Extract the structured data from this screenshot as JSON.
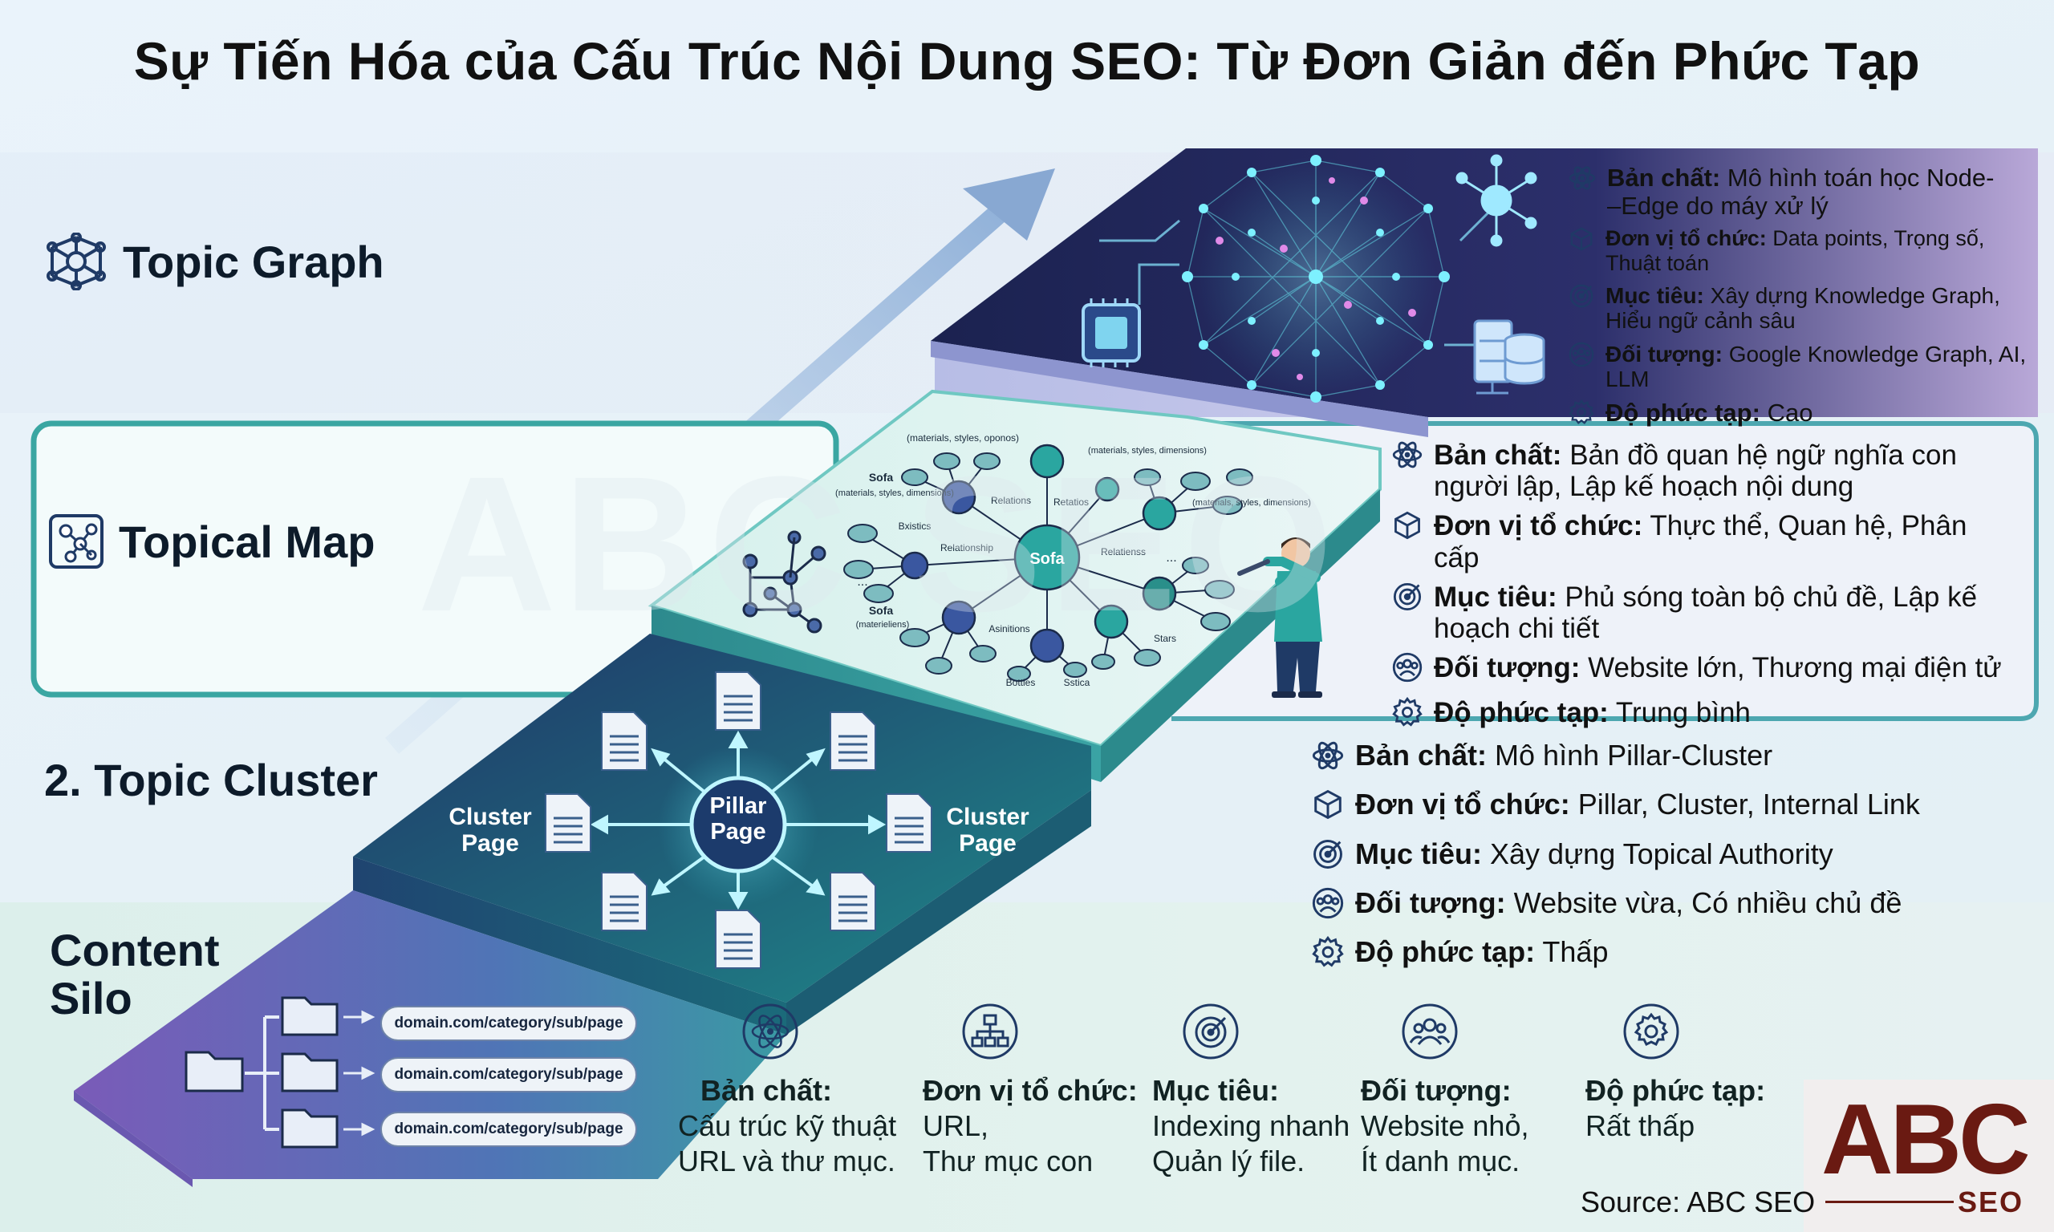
{
  "title": "Sự Tiến Hóa của Cấu Trúc Nội Dung SEO: Từ Đơn Giản đến Phức Tạp",
  "levels": {
    "graph": {
      "label": "Topic Graph",
      "icon": "network-hub-icon",
      "props": [
        {
          "key": "Bản chất:",
          "value": "Mô hình toán học Node-\n–Edge do máy xử lý",
          "icon": "atom-icon"
        },
        {
          "key": "Đơn vị tổ chức:",
          "value": "Data points, Trọng số, Thuật toán",
          "icon": "cube-icon"
        },
        {
          "key": "Mục tiêu:",
          "value": "Xây dựng Knowledge Graph, Hiểu ngữ cảnh sâu",
          "icon": "target-icon"
        },
        {
          "key": "Đối tượng:",
          "value": "Google Knowledge Graph, AI, LLM",
          "icon": "users-icon"
        },
        {
          "key": "Độ phức tạp:",
          "value": "Cao",
          "icon": "gear-icon"
        }
      ]
    },
    "map": {
      "label": "Topical Map",
      "icon": "mind-map-icon",
      "props": [
        {
          "key": "Bản chất:",
          "value": "Bản đồ quan hệ ngữ nghĩa con người lập, Lập kế hoạch nội dung",
          "icon": "atom-icon"
        },
        {
          "key": "Đơn vị tổ chức:",
          "value": "Thực thể, Quan hệ, Phân cấp",
          "icon": "cube-icon"
        },
        {
          "key": "Mục tiêu:",
          "value": "Phủ sóng toàn bộ chủ đề, Lập kế hoạch chi tiết",
          "icon": "target-icon"
        },
        {
          "key": "Đối tượng:",
          "value": "Website lớn, Thương mại điện tử",
          "icon": "users-icon"
        },
        {
          "key": "Độ phức tạp:",
          "value": "Trung bình",
          "icon": "gear-icon"
        }
      ],
      "nodes": {
        "center": "Sofa",
        "labels": [
          "(materials, styles, oponos)",
          "Sofa",
          "(materials, styles, dimensions)",
          "Relations",
          "Retatios",
          "(materials, styles, dimensions)",
          "(materials, styles, dimensions)",
          "Bxistics",
          "Relationship",
          "Relatienss",
          "...",
          "...",
          "Sofa",
          "(materieliens)",
          "Asinitions",
          "Stars",
          "Botties",
          "Sstica"
        ]
      }
    },
    "cluster": {
      "label": "2. Topic Cluster",
      "props": [
        {
          "key": "Bản chất:",
          "value": "Mô hình Pillar-Cluster",
          "icon": "atom-icon"
        },
        {
          "key": "Đơn vị tổ chức:",
          "value": "Pillar, Cluster, Internal Link",
          "icon": "cube-icon"
        },
        {
          "key": "Mục tiêu:",
          "value": "Xây dựng Topical Authority",
          "icon": "target-icon"
        },
        {
          "key": "Đối tượng:",
          "value": "Website vừa, Có nhiều chủ đề",
          "icon": "users-icon"
        },
        {
          "key": "Độ phức tạp:",
          "value": "Thấp",
          "icon": "gear-icon"
        }
      ],
      "pillar": "Pillar Page",
      "cluster_left": "Cluster Page",
      "cluster_right": "Cluster Page"
    },
    "silo": {
      "label": "Content\nSilo",
      "urls": [
        "domain.com/category/sub/page",
        "domain.com/category/sub/page",
        "domain.com/category/sub/page"
      ],
      "cols": [
        {
          "key": "Bản chất:",
          "value": "Cấu trúc kỹ thuật\nURL và thư mục.",
          "icon": "atom-icon"
        },
        {
          "key": "Đơn vị tổ chức:",
          "value": "URL,\nThư mục con",
          "icon": "hierarchy-icon"
        },
        {
          "key": "Mục tiêu:",
          "value": "Indexing nhanh\nQuản lý file.",
          "icon": "target-icon"
        },
        {
          "key": "Đối tượng:",
          "value": "Website nhỏ,\nÍt danh mục.",
          "icon": "users-icon"
        },
        {
          "key": "Độ phức tạp:",
          "value": "Rất thấp",
          "icon": "gear-icon"
        }
      ]
    }
  },
  "source": "Source: ABC SEO",
  "logo": {
    "main": "ABC",
    "sub": "SEO"
  },
  "watermark": "ABC SEO",
  "colors": {
    "accent_teal": "#2aa6a0",
    "navy": "#1b2a55",
    "purple": "#7a5fc0",
    "logo_red": "#6a1a12"
  }
}
